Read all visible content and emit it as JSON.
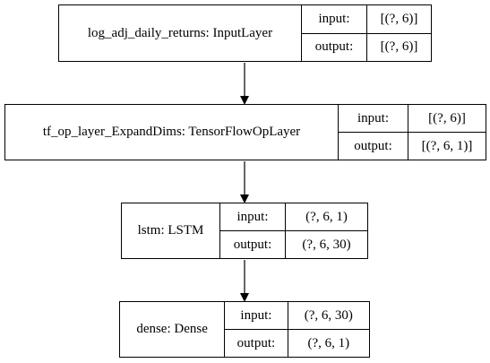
{
  "layers": [
    {
      "name": "log_adj_daily_returns: InputLayer",
      "input_label": "input:",
      "output_label": "output:",
      "input_shape": "[(?, 6)]",
      "output_shape": "[(?, 6)]"
    },
    {
      "name": "tf_op_layer_ExpandDims: TensorFlowOpLayer",
      "input_label": "input:",
      "output_label": "output:",
      "input_shape": "[(?, 6)]",
      "output_shape": "[(?, 6, 1)]"
    },
    {
      "name": "lstm: LSTM",
      "input_label": "input:",
      "output_label": "output:",
      "input_shape": "(?, 6, 1)",
      "output_shape": "(?, 6, 30)"
    },
    {
      "name": "dense: Dense",
      "input_label": "input:",
      "output_label": "output:",
      "input_shape": "(?, 6, 30)",
      "output_shape": "(?, 6, 1)"
    }
  ],
  "colors": {
    "stroke": "#000000",
    "background": "#ffffff"
  }
}
